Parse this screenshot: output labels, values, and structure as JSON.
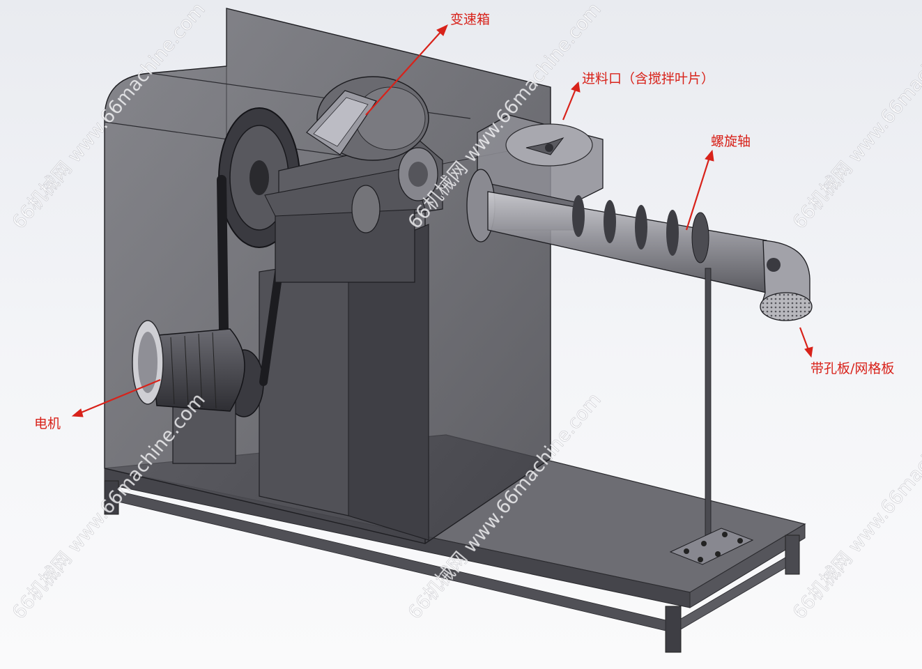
{
  "labels": {
    "gearbox": "变速箱",
    "feed_inlet": "进料口（含搅拌叶片）",
    "screw_shaft": "螺旋轴",
    "die_plate": "带孔板/网格板",
    "motor": "电机"
  },
  "watermark": "66机械网 www.66machine.com",
  "colors": {
    "annotation": "#d8221a",
    "enclosure": "#5a5a5f",
    "metal_dark": "#4a4a50",
    "metal_light": "#8c8c94"
  }
}
